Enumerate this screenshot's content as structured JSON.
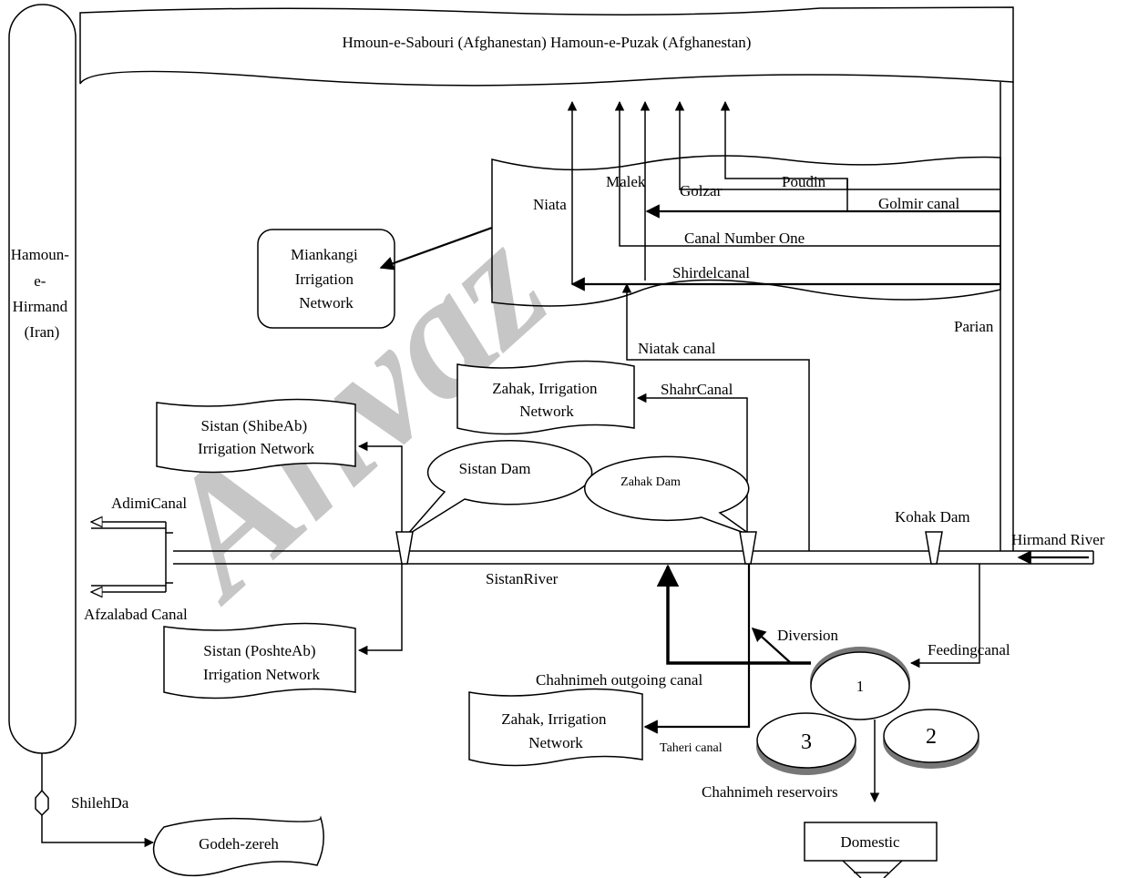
{
  "title_banner": "Hmoun-e-Sabouri (Afghanestan) Hamoun-e-Puzak (Afghanestan)",
  "hamoun_hirmand": [
    "Hamoun-",
    "e-",
    "Hirmand",
    "(Iran)"
  ],
  "miankangi": [
    "Miankangi",
    "Irrigation",
    "Network"
  ],
  "labels": {
    "niata": "Niata",
    "malek": "Malek",
    "golzar": "Golzar",
    "poudin": "Poudin",
    "golmir_canal": "Golmir canal",
    "canal_number_one": "Canal Number One",
    "shirdelcanal": "Shirdelcanal",
    "parian": "Parian",
    "niatak_canal": "Niatak canal",
    "shahr_canal": "ShahrCanal",
    "adimi_canal": "AdimiCanal",
    "afzalabad_canal": "Afzalabad Canal",
    "sistan_river": "SistanRiver",
    "kohak_dam": "Kohak Dam",
    "hirmand_river": "Hirmand River",
    "diversion": "Diversion",
    "feeding_canal": "Feedingcanal",
    "chahnimeh_outgoing": "Chahnimeh outgoing canal",
    "taheri_canal": "Taheri canal",
    "chahnimeh_reservoirs": "Chahnimeh reservoirs",
    "shilehda": "ShilehDa",
    "domestic": "Domestic"
  },
  "zahak_network_top": [
    "Zahak, Irrigation",
    "Network"
  ],
  "zahak_network_bottom": [
    "Zahak, Irrigation",
    "Network"
  ],
  "sistan_shibeab": [
    "Sistan (ShibeAb)",
    "Irrigation Network"
  ],
  "sistan_poshteab": [
    "Sistan (PoshteAb)",
    "Irrigation Network"
  ],
  "callouts": {
    "sistan_dam": "Sistan Dam",
    "zahak_dam": "Zahak Dam"
  },
  "reservoirs": {
    "r1": "1",
    "r2": "2",
    "r3": "3"
  },
  "godeh_zereh": "Godeh-zereh",
  "watermark": "Ahvaz"
}
